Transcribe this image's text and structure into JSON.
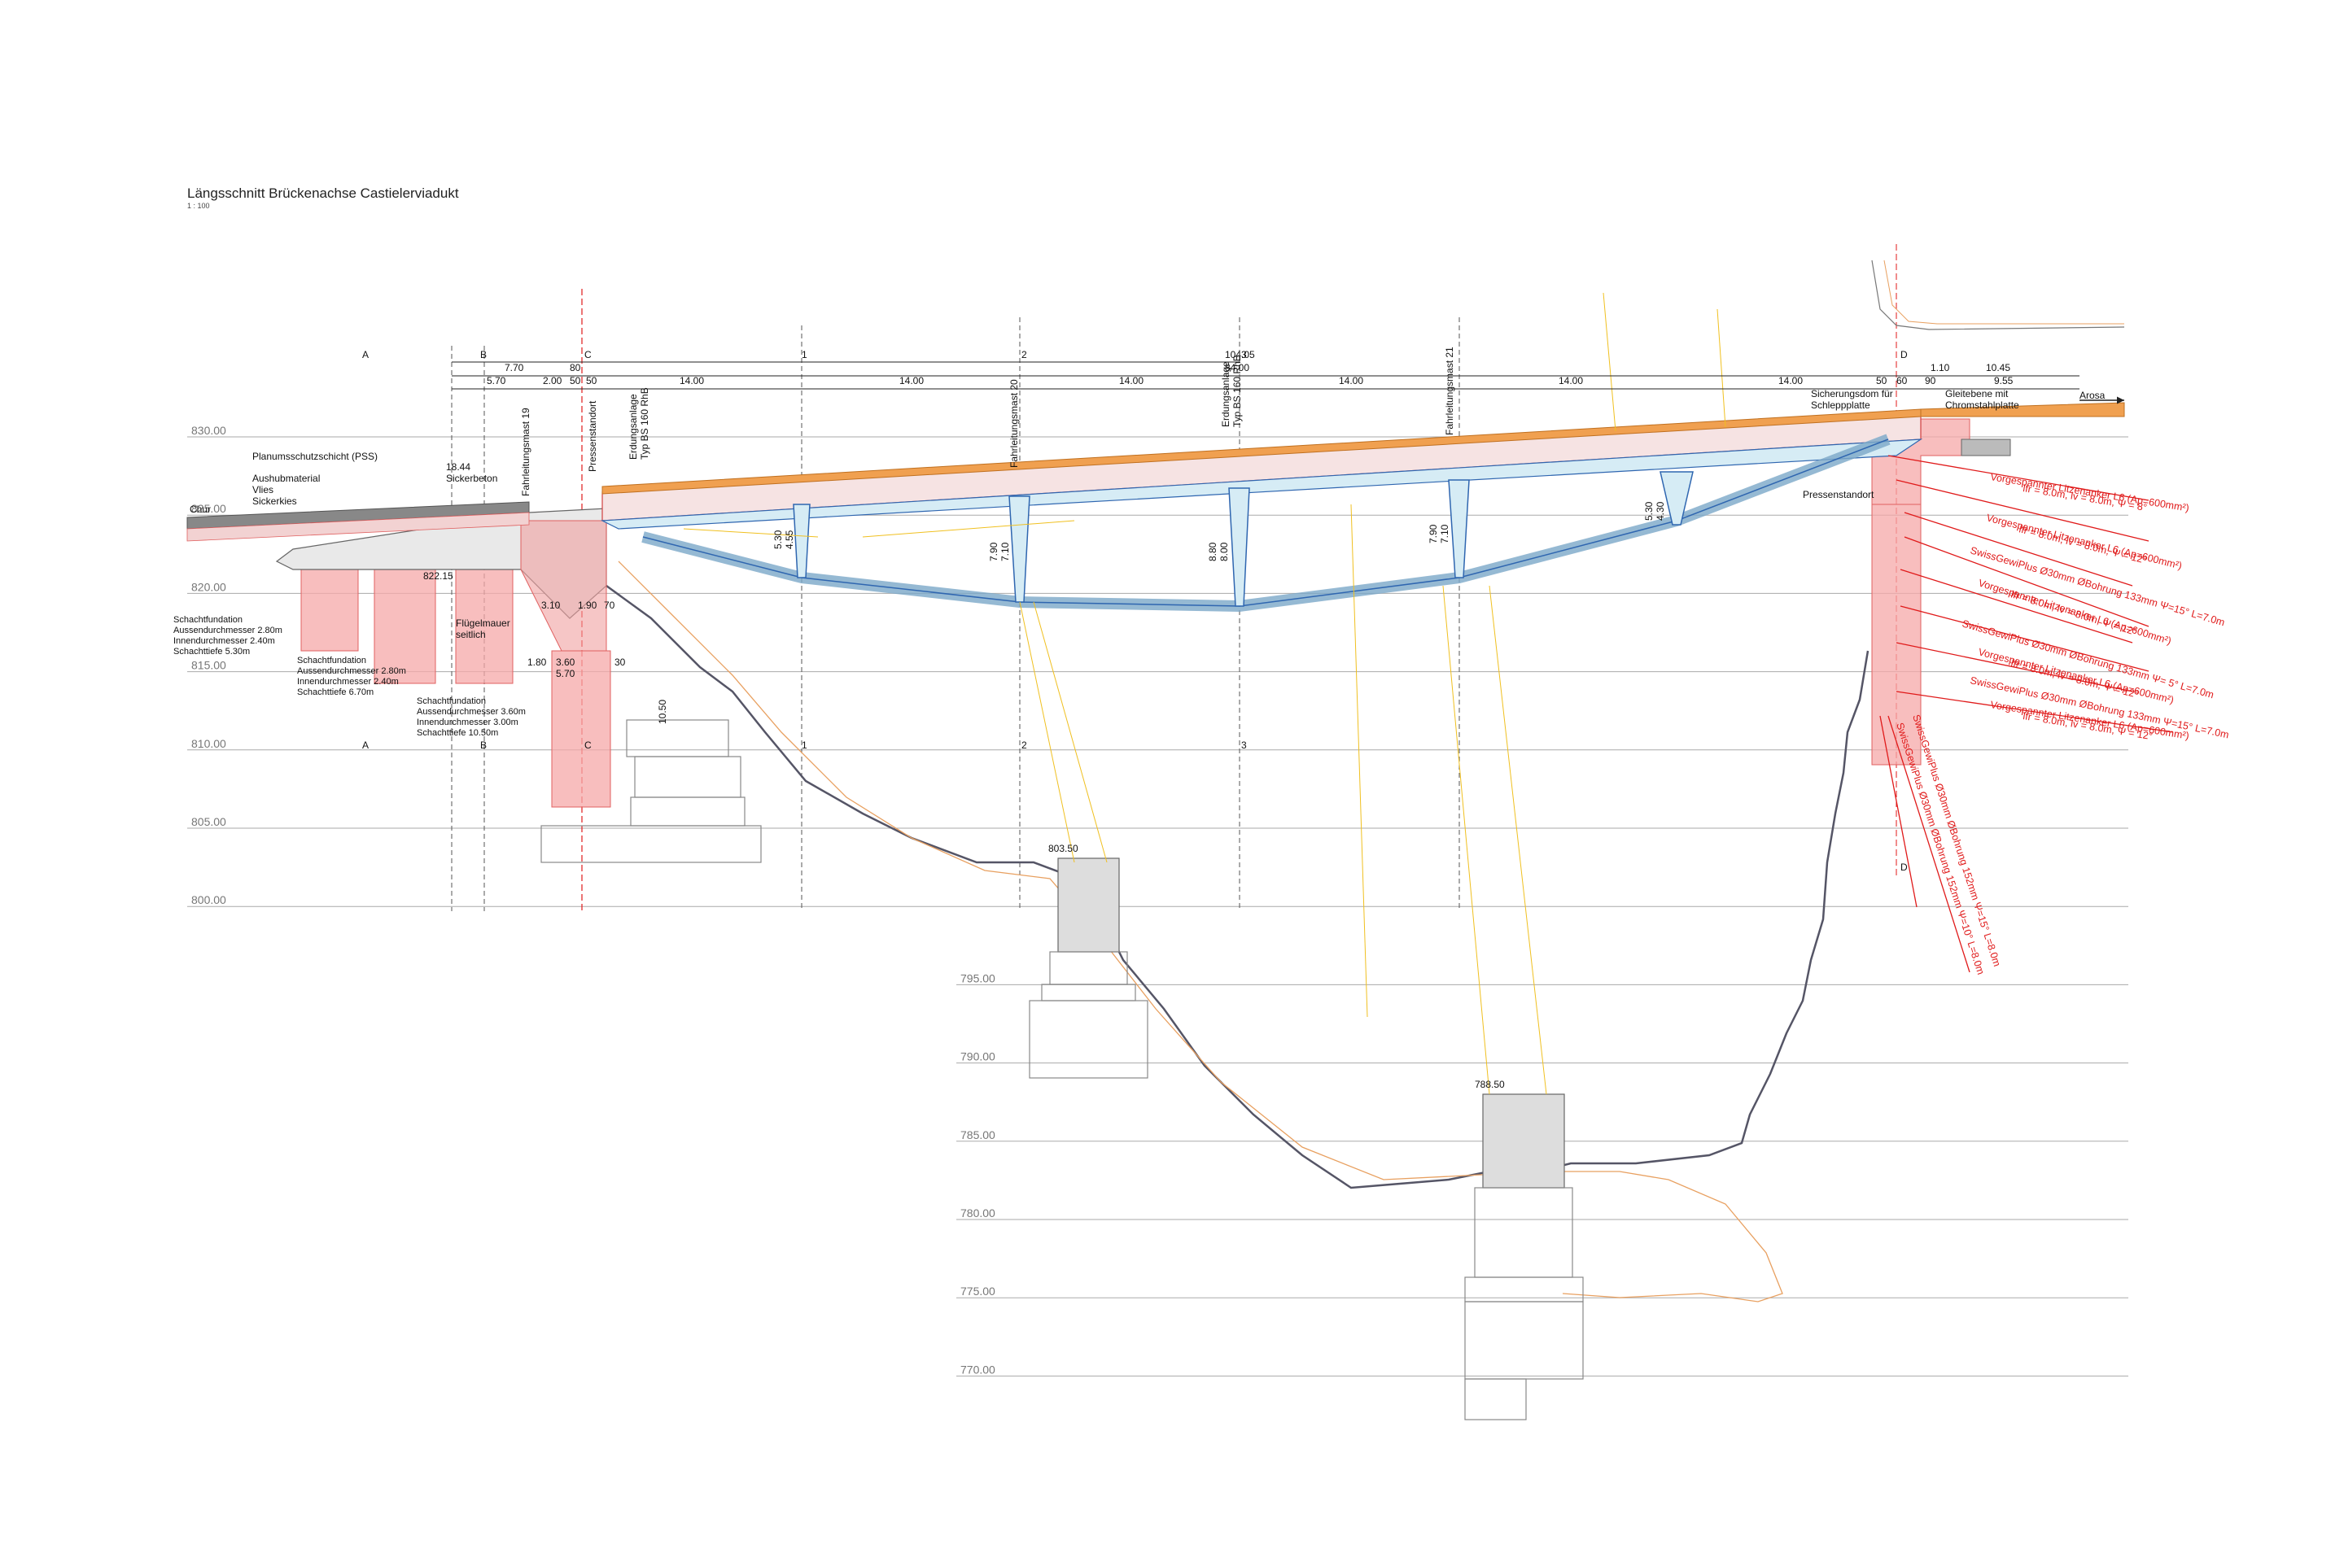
{
  "header": {
    "title": "Längsschnitt Brückenachse Castielerviadukt",
    "scale": "1 : 100"
  },
  "colors": {
    "red": "#e01a1a",
    "pink": "#f5a8a8",
    "blue": "#2f66b0",
    "lightblue": "#d6ecf5",
    "yellow": "#f0c020",
    "orange": "#e8a060",
    "grey": "#888888"
  },
  "elevations": [
    "830.00",
    "825.00",
    "820.00",
    "815.00",
    "810.00",
    "805.00",
    "800.00",
    "795.00",
    "790.00",
    "785.00",
    "780.00",
    "775.00",
    "770.00"
  ],
  "dimensions": {
    "top_total": "104.05",
    "top_sub": "84.00",
    "d_770": "7.70",
    "d_80": "80",
    "d_570": "5.70",
    "d_200": "2.00",
    "d_50a": "50",
    "d_50b": "50",
    "spans": [
      "14.00",
      "14.00",
      "14.00",
      "14.00",
      "14.00",
      "14.00"
    ],
    "d_50c": "50",
    "d_60": "60",
    "d_90": "90",
    "d_110": "1.10",
    "d_1045": "10.45",
    "d_955": "9.55",
    "d_1844": "18.44",
    "d_82215": "822.15",
    "d_310": "3.10",
    "d_190": "1.90",
    "d_70": "70",
    "d_180": "1.80",
    "d_360": "3.60",
    "d_30": "30",
    "d_570b": "5.70",
    "d_1050": "10.50",
    "d_530": "5.30",
    "d_455": "4.55",
    "d_790": "7.90",
    "d_710": "7.10",
    "d_880": "8.80",
    "d_800": "8.00",
    "d_790b": "7.90",
    "d_710b": "7.10",
    "d_530b": "5.30",
    "d_430": "4.30",
    "found1": "803.50",
    "found2": "788.50"
  },
  "axes": {
    "A": "A",
    "B": "B",
    "C": "C",
    "one": "1",
    "two": "2",
    "three": "3",
    "D": "D"
  },
  "labels": {
    "chur": "Chur",
    "arosa": "Arosa",
    "pss": "Planumsschutzschicht (PSS)",
    "aushub": "Aushubmaterial",
    "vlies": "Vlies",
    "sickerkies": "Sickerkies",
    "sickerbeton": "Sickerbeton",
    "fluegel1": "Flügelmauer",
    "fluegel2": "seitlich",
    "mast19": "Fahrleitungsmast 19",
    "mast20": "Fahrleitungsmast 20",
    "mast21": "Fahrleitungsmast 21",
    "presse1": "Pressenstandort",
    "presse2": "Pressenstandort",
    "erdung1a": "Erdungsanlage",
    "erdung1b": "Typ BS 160 RhB",
    "erdung2a": "Erdungsanlage",
    "erdung2b": "Typ BS 160 RhB",
    "dom1": "Sicherungsdom für",
    "dom2": "Schleppplatte",
    "gleit1": "Gleitebene mit",
    "gleit2": "Chromstahlplatte",
    "sf1": [
      "Schachtfundation",
      "Aussendurchmesser 2.80m",
      "Innendurchmesser 2.40m",
      "Schachttiefe 5.30m"
    ],
    "sf2": [
      "Schachtfundation",
      "Aussendurchmesser 2.80m",
      "Innendurchmesser 2.40m",
      "Schachttiefe 6.70m"
    ],
    "sf3": [
      "Schachtfundation",
      "Aussendurchmesser 3.60m",
      "Innendurchmesser 3.00m",
      "Schachttiefe 10.50m"
    ]
  },
  "anchors": [
    [
      "Vorgespannter Litzenanker L6 (Ap=600mm²)",
      "lfr = 8.0m, lv = 8.0m, Ψ = 8°"
    ],
    [
      "Vorgespannter Litzenanker L6 (Ap=600mm²)",
      "lfr = 8.0m, lv = 8.0m, Ψ = 12°"
    ],
    [
      "SwissGewiPlus Ø30mm ØBohrung 133mm Ψ=15° L=7.0m",
      ""
    ],
    [
      "Vorgespannter Litzenanker L6 (Ap=600mm²)",
      "lfr = 8.0m, lv = 8.0m, Ψ = 12°"
    ],
    [
      "SwissGewiPlus Ø30mm ØBohrung 133mm Ψ= 5° L=7.0m",
      ""
    ],
    [
      "Vorgespannter Litzenanker L6 (Ap=600mm²)",
      "lfr = 8.0m, lv = 8.0m, Ψ = 12°"
    ],
    [
      "SwissGewiPlus Ø30mm ØBohrung 133mm Ψ=15° L=7.0m",
      ""
    ],
    [
      "Vorgespannter Litzenanker L6 (Ap=600mm²)",
      "lfr = 8.0m, lv = 8.0m, Ψ = 12°"
    ]
  ],
  "vertical_anchors": [
    "SwissGewiPlus Ø30mm ØBohrung 152mm Ψ=10° L=8.0m",
    "SwissGewiPlus Ø30mm ØBohrung 152mm Ψ=15° L=8.0m"
  ]
}
